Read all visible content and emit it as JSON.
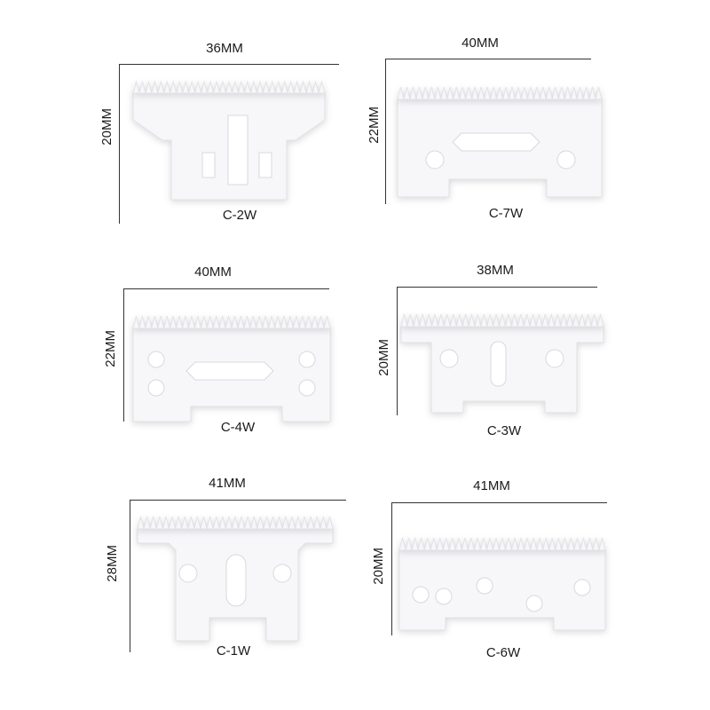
{
  "accent_blade": "#f7f7f9",
  "blades": [
    {
      "width": "36MM",
      "height": "20MM",
      "code": "C-2W"
    },
    {
      "width": "40MM",
      "height": "22MM",
      "code": "C-7W"
    },
    {
      "width": "40MM",
      "height": "22MM",
      "code": "C-4W"
    },
    {
      "width": "38MM",
      "height": "20MM",
      "code": "C-3W"
    },
    {
      "width": "41MM",
      "height": "28MM",
      "code": "C-1W"
    },
    {
      "width": "41MM",
      "height": "20MM",
      "code": "C-6W"
    }
  ]
}
